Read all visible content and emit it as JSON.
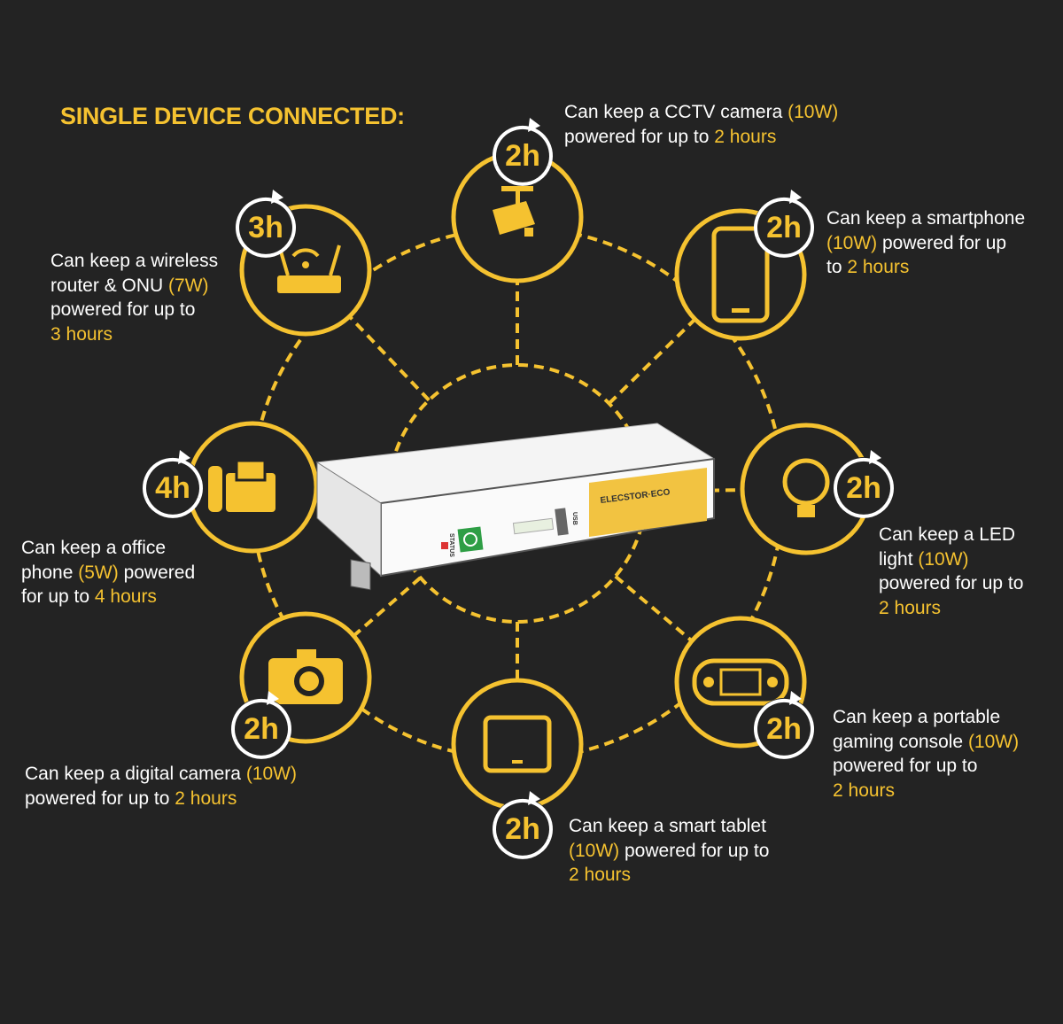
{
  "title": "SINGLE DEVICE CONNECTED:",
  "colors": {
    "background": "#232323",
    "accent": "#f5c230",
    "text": "#ffffff"
  },
  "product": {
    "brand_label": "ELECSTOR·ECO",
    "status_label": "STATUS",
    "port_label": "USB"
  },
  "devices": [
    {
      "id": "cctv",
      "icon": "cctv-camera-icon",
      "hours_badge": "2h",
      "lines": [
        [
          {
            "t": "Can keep a CCTV camera "
          },
          {
            "t": "(10W)",
            "hl": true
          }
        ],
        [
          {
            "t": "powered for up to "
          },
          {
            "t": "2 hours",
            "hl": true
          }
        ]
      ]
    },
    {
      "id": "smartphone",
      "icon": "smartphone-icon",
      "hours_badge": "2h",
      "lines": [
        [
          {
            "t": "Can keep a smartphone"
          }
        ],
        [
          {
            "t": "(10W)",
            "hl": true
          },
          {
            "t": " powered for up"
          }
        ],
        [
          {
            "t": "to "
          },
          {
            "t": "2 hours",
            "hl": true
          }
        ]
      ]
    },
    {
      "id": "led",
      "icon": "light-bulb-icon",
      "hours_badge": "2h",
      "lines": [
        [
          {
            "t": "Can keep a LED"
          }
        ],
        [
          {
            "t": "light "
          },
          {
            "t": "(10W)",
            "hl": true
          }
        ],
        [
          {
            "t": "powered for up to"
          }
        ],
        [
          {
            "t": "2 hours",
            "hl": true
          }
        ]
      ]
    },
    {
      "id": "gaming",
      "icon": "game-console-icon",
      "hours_badge": "2h",
      "lines": [
        [
          {
            "t": "Can keep a portable"
          }
        ],
        [
          {
            "t": "gaming console "
          },
          {
            "t": "(10W)",
            "hl": true
          }
        ],
        [
          {
            "t": "powered for up to"
          }
        ],
        [
          {
            "t": "2 hours",
            "hl": true
          }
        ]
      ]
    },
    {
      "id": "tablet",
      "icon": "tablet-icon",
      "hours_badge": "2h",
      "lines": [
        [
          {
            "t": "Can keep a smart tablet"
          }
        ],
        [
          {
            "t": "(10W)",
            "hl": true
          },
          {
            "t": " powered for up to"
          }
        ],
        [
          {
            "t": "2 hours",
            "hl": true
          }
        ]
      ]
    },
    {
      "id": "camera",
      "icon": "digital-camera-icon",
      "hours_badge": "2h",
      "lines": [
        [
          {
            "t": "Can keep a digital camera "
          },
          {
            "t": "(10W)",
            "hl": true
          }
        ],
        [
          {
            "t": "powered for up to "
          },
          {
            "t": "2 hours",
            "hl": true
          }
        ]
      ]
    },
    {
      "id": "office-phone",
      "icon": "office-phone-icon",
      "hours_badge": "4h",
      "lines": [
        [
          {
            "t": "Can keep a office"
          }
        ],
        [
          {
            "t": "phone "
          },
          {
            "t": "(5W)",
            "hl": true
          },
          {
            "t": " powered"
          }
        ],
        [
          {
            "t": "for up to "
          },
          {
            "t": "4 hours",
            "hl": true
          }
        ]
      ]
    },
    {
      "id": "router",
      "icon": "wifi-router-icon",
      "hours_badge": "3h",
      "lines": [
        [
          {
            "t": "Can keep a wireless"
          }
        ],
        [
          {
            "t": "router & ONU "
          },
          {
            "t": "(7W)",
            "hl": true
          }
        ],
        [
          {
            "t": "powered for  up to"
          }
        ],
        [
          {
            "t": "3 hours",
            "hl": true
          }
        ]
      ]
    }
  ]
}
